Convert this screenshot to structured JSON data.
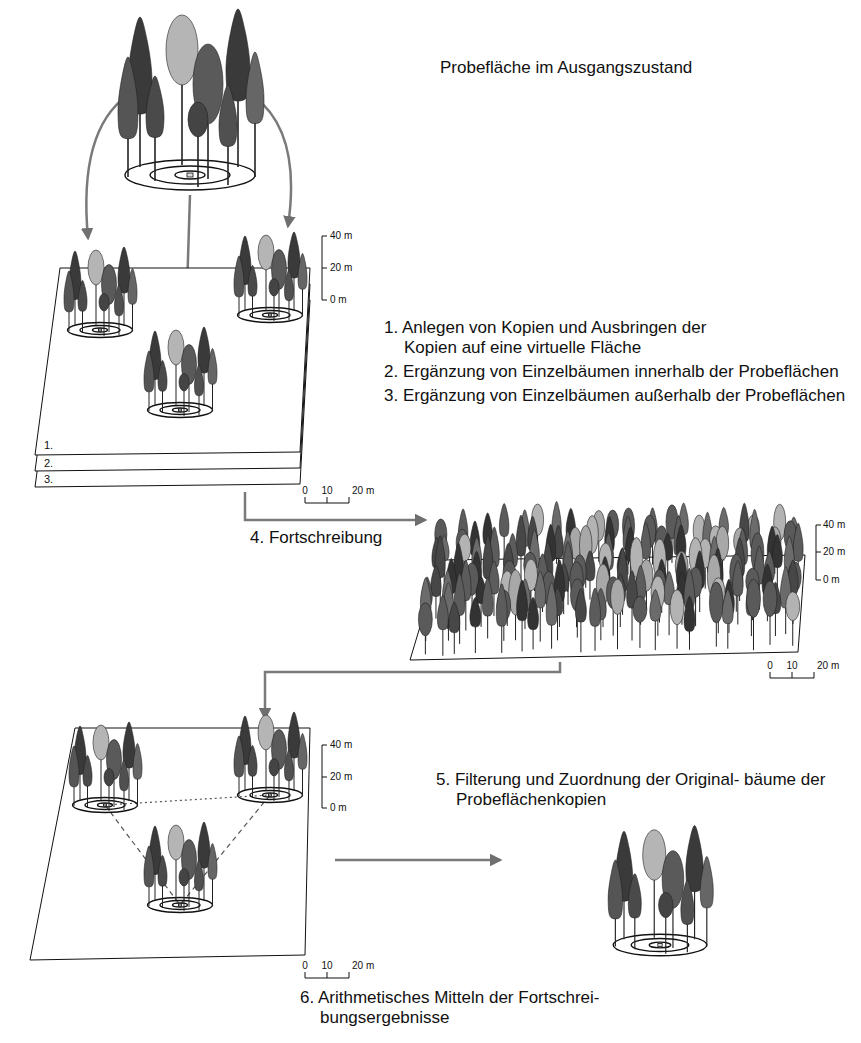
{
  "diagram": {
    "labels": [
      "Probefläche im Ausgangszustand",
      "40 m",
      "20 m",
      "0 m",
      "1. Anlegen von Kopien und Ausbringen der Kopien auf eine virtuelle Fläche",
      "2. Ergänzung von Einzelbäumen innerhalb der Probeflächen",
      "3. Ergänzung von Einzelbäumen außerhalb der Probeflächen",
      "1.",
      "2.",
      "3.",
      "0",
      "10",
      "20 m",
      "40 m",
      "20 m",
      "0 m",
      "4. Fortschreibung",
      "0",
      "10",
      "20 m",
      "40 m",
      "20 m",
      "0 m",
      "5. Filterung und Zuordnung der Original- bäume der Probeflächenkopien",
      "0",
      "10",
      "20 m",
      "6. Arithmetisches Mitteln der Fortschrei- bungsergebnisse"
    ]
  }
}
